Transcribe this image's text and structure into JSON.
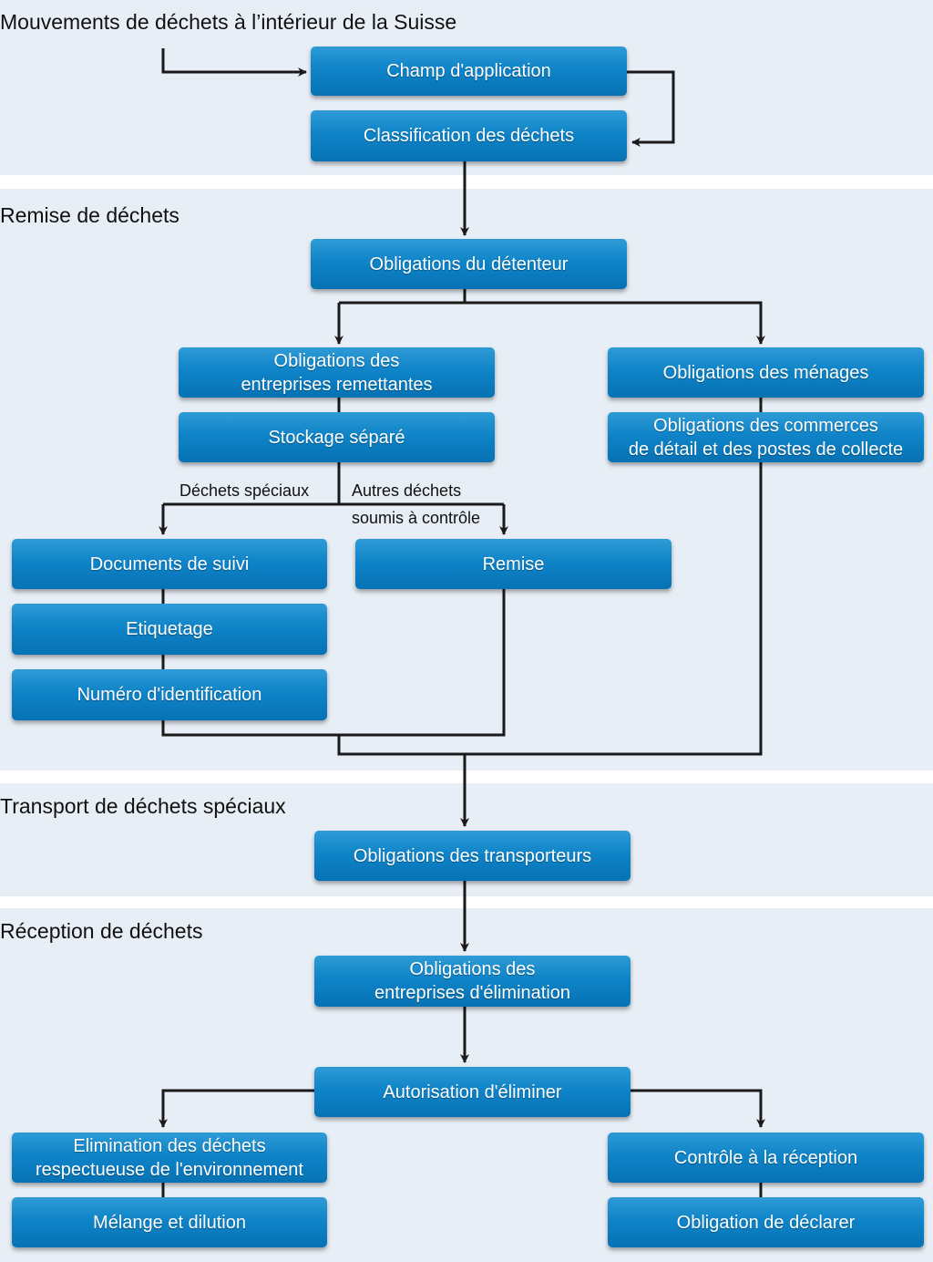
{
  "sections": {
    "mouvements": "Mouvements de déchets à l’intérieur de la Suisse",
    "remise": "Remise de déchets",
    "transport": "Transport de déchets spéciaux",
    "reception": "Réception de déchets"
  },
  "boxes": {
    "champ": "Champ d'application",
    "classification": "Classification des déchets",
    "detenteur": "Obligations du détenteur",
    "entreprises_remettantes": "Obligations des\nentreprises remettantes",
    "menages": "Obligations des ménages",
    "stockage": "Stockage séparé",
    "commerces": "Obligations des commerces\nde détail et des postes de collecte",
    "documents": "Documents de suivi",
    "remise_box": "Remise",
    "etiquetage": "Etiquetage",
    "numero": "Numéro d'identification",
    "transporteurs": "Obligations des transporteurs",
    "entreprises_elimination": "Obligations des\nentreprises d'élimination",
    "autorisation": "Autorisation d'éliminer",
    "elimination": "Elimination des déchets\nrespectueuse de l'environnement",
    "controle": "Contrôle à la réception",
    "melange": "Mélange et dilution",
    "declarer": "Obligation de déclarer"
  },
  "labels": {
    "dechets_speciaux": "Déchets spéciaux",
    "autres_dechets_1": "Autres déchets",
    "autres_dechets_2": "soumis à contrôle"
  },
  "colors": {
    "section_bg": "#e7eef5",
    "box_blue": "#0f84c8",
    "line": "#1a1a1a"
  }
}
